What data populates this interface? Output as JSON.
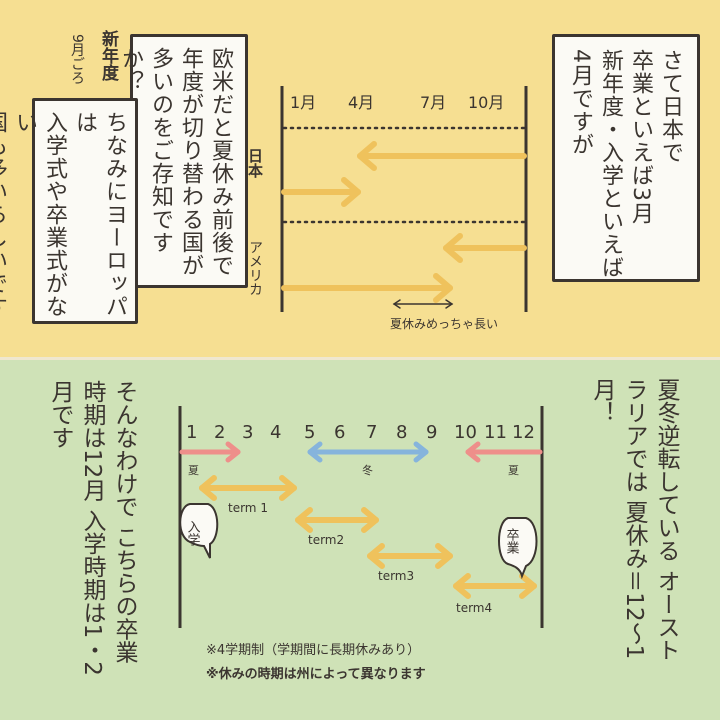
{
  "top": {
    "note_right": "さて日本で\n卒業といえば3月\n新年度・入学といえば\n4月ですが",
    "note_mid": "欧米だと夏休み前後で\n年度が切り替わる国が\n多いのをご存知ですか？",
    "note_left": "ちなみにヨーロッパは\n入学式や卒業式がない\n国も多いらしいです",
    "side_new_year": "新年度",
    "side_september": "9月ごろ",
    "chart": {
      "month_labels": [
        "1月",
        "4月",
        "7月",
        "10月"
      ],
      "row_japan": "日本",
      "row_america": "アメリカ",
      "summer_caption": "夏休みめっちゃ長い",
      "arrow_color": "#efc25c",
      "dotline_color": "#3b3530"
    }
  },
  "bottom": {
    "right_text": "夏冬逆転している\nオーストラリアでは\n夏休み＝12〜1月！",
    "left_text": "そんなわけで\nこちらの卒業時期は12月\n入学時期は1・2月です",
    "chart": {
      "months": [
        "1",
        "2",
        "3",
        "4",
        "5",
        "6",
        "7",
        "8",
        "9",
        "10",
        "11",
        "12"
      ],
      "summer_label": "夏",
      "winter_label": "冬",
      "terms": [
        "term 1",
        "term2",
        "term3",
        "term4"
      ],
      "enroll_label": "入学",
      "graduate_label": "卒業",
      "note1": "※4学期制（学期間に長期休みあり）",
      "note2": "※休みの時期は州によって異なります",
      "summer_color": "#ee8f8a",
      "winter_color": "#86b4dc",
      "term_color": "#efc25c"
    }
  }
}
